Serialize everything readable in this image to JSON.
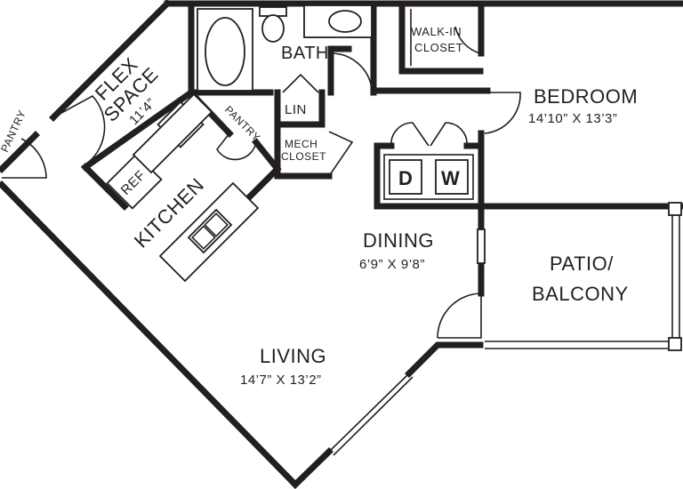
{
  "rooms": {
    "bath": "BATH",
    "walkin_line1": "WALK-IN",
    "walkin_line2": "CLOSET",
    "bedroom": "BEDROOM",
    "bedroom_dims": "14’10” X 13’3”",
    "flex_line1": "FLEX",
    "flex_line2": "SPACE",
    "flex_dims": "11’4”",
    "pantry_kitchen": "PANTRY",
    "pantry_entry": "PANTRY",
    "lin": "LIN",
    "mech_line1": "MECH",
    "mech_line2": "CLOSET",
    "ref": "REF",
    "kitchen": "KITCHEN",
    "dining": "DINING",
    "dining_dims": "6’9” X 9’8”",
    "patio_line1": "PATIO/",
    "patio_line2": "BALCONY",
    "living": "LIVING",
    "living_dims": "14’7” X 13’2”",
    "washer_dryer_d": "D",
    "washer_dryer_w": "W"
  }
}
